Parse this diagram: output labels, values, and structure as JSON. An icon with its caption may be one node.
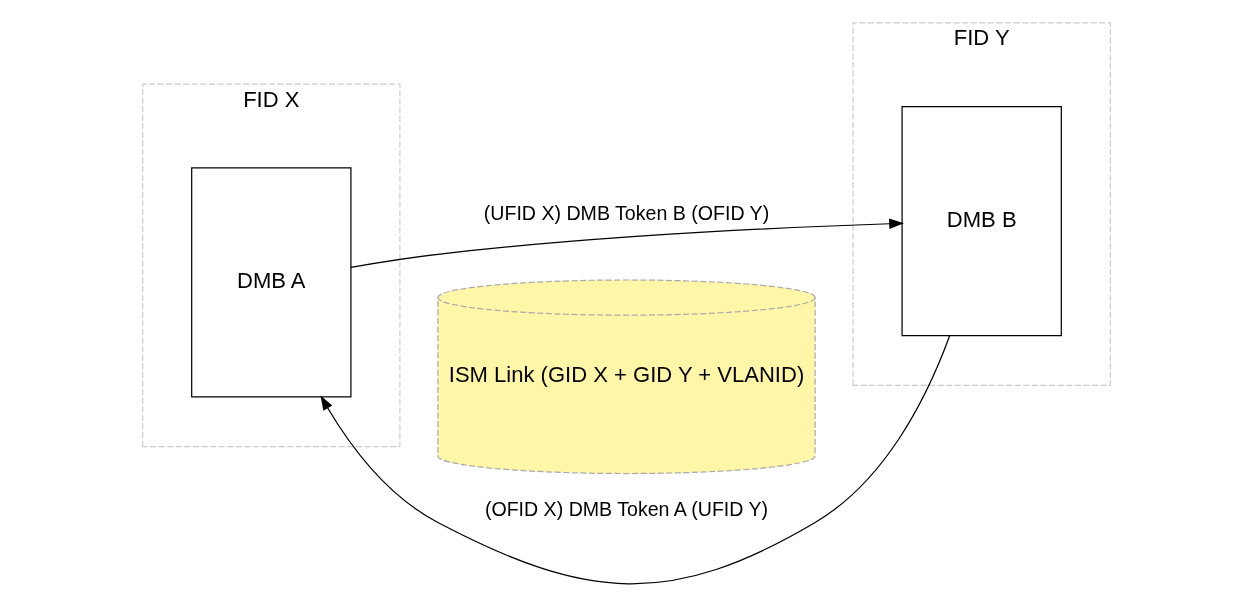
{
  "diagram": {
    "nodes": [
      {
        "text": [
          "FID X"
        ]
      },
      {
        "text": [
          "FID Y"
        ]
      },
      {
        "text": [
          "ISM Link (GID X + GID Y + VLANID)"
        ]
      },
      {
        "text": [
          "DMB A"
        ],
        "in": 0
      },
      {
        "text": [
          "DMB B"
        ],
        "in": 1
      }
    ],
    "edges": [
      {
        "from": 3,
        "to": 4,
        "arrow": "to",
        "label": "(UFID X) DMB Token B (OFID Y)"
      },
      {
        "from": 4,
        "to": 3,
        "arrow": "to",
        "label": "(OFID X) DMB Token A (UFID Y)"
      }
    ]
  }
}
